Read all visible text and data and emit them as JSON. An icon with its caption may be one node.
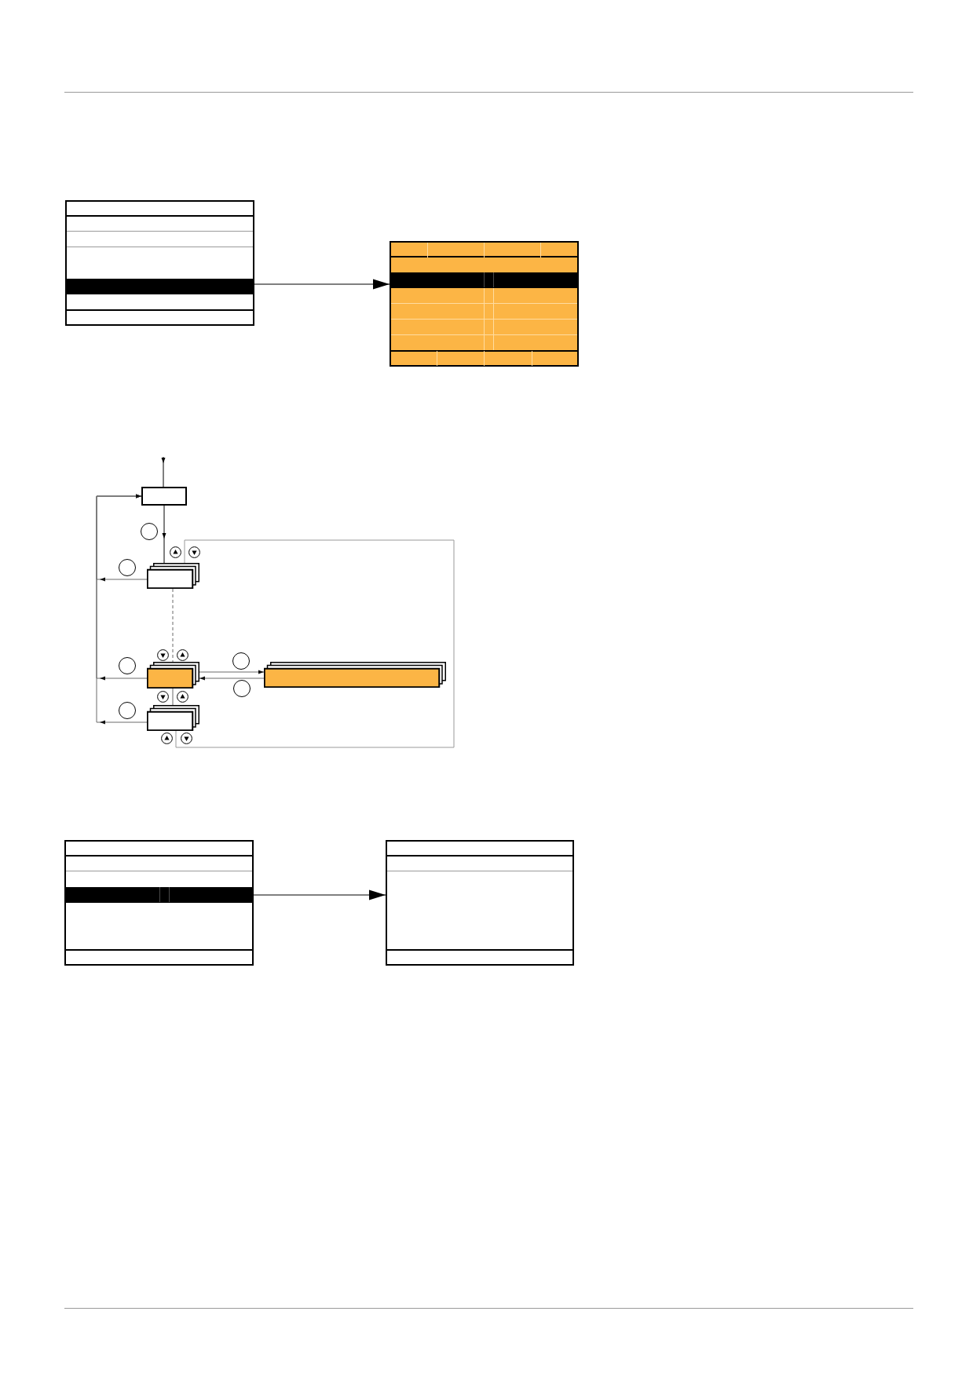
{
  "diagram": {
    "nodes": [
      {
        "text": [],
        "shape": "box"
      },
      {
        "text": [],
        "shape": "box"
      },
      {
        "text": [],
        "shape": "box"
      },
      {
        "text": [],
        "shape": "circle"
      },
      {
        "text": [],
        "shape": "circle"
      },
      {
        "text": [],
        "shape": "stack"
      },
      {
        "text": [],
        "shape": "circle"
      },
      {
        "text": [],
        "shape": "stack"
      },
      {
        "text": [],
        "shape": "circle"
      },
      {
        "text": [],
        "shape": "stack"
      },
      {
        "text": [],
        "shape": "circle"
      },
      {
        "text": [],
        "shape": "circle"
      },
      {
        "text": [],
        "shape": "stack"
      },
      {
        "text": [],
        "shape": "box"
      },
      {
        "text": [],
        "shape": "box"
      }
    ],
    "edges": [
      {
        "from": 0,
        "to": 1,
        "arrow": "to",
        "color": "#000000"
      },
      {
        "from": null,
        "to": 2,
        "arrow": "to",
        "color": "#000000"
      },
      {
        "from": 2,
        "to": 5,
        "arrow": "to",
        "color": "#000000"
      },
      {
        "from": 5,
        "to": 7,
        "arrow": "none",
        "style": "dashed"
      },
      {
        "from": 7,
        "to": 12,
        "arrow": "none"
      },
      {
        "from": 12,
        "to": 5,
        "arrow": "none",
        "color": "#999999"
      },
      {
        "from": 5,
        "to": 2,
        "arrow": "to"
      },
      {
        "from": 7,
        "to": 2,
        "arrow": "to"
      },
      {
        "from": 12,
        "to": 2,
        "arrow": "to"
      },
      {
        "from": 7,
        "to": 9,
        "arrow": "to"
      },
      {
        "from": 9,
        "to": 7,
        "arrow": "to"
      },
      {
        "from": 13,
        "to": 14,
        "arrow": "to",
        "color": "#000000"
      }
    ]
  }
}
